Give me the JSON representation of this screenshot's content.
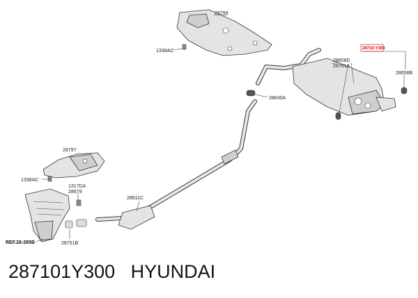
{
  "labels": {
    "p28799": "28799",
    "p1338ac_top": "1338AC",
    "p28658d": "28658D",
    "p28761a": "28761A",
    "p28658b": "28658B",
    "p28640a": "28640A",
    "p28797": "28797",
    "p1338ac_bottom": "1338AC",
    "p1317da": "1317DA",
    "p28679": "28679",
    "p28611c": "28611C",
    "ref": "REF.28-285B",
    "p28751b": "28751B",
    "highlight": "28710-Y300"
  },
  "caption": {
    "part_number": "287101Y300",
    "brand": "HYUNDAI"
  },
  "colors": {
    "highlight": "#d40000"
  }
}
